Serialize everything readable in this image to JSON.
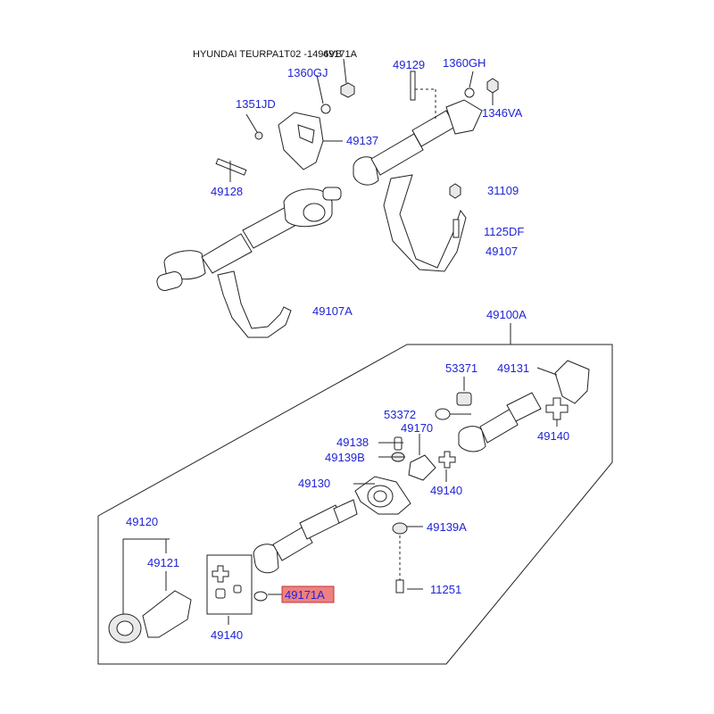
{
  "title": "HYUNDAI TEURPA1T02 -1496VB",
  "title_overlap": "49171A",
  "labels": {
    "p1360GJ": "1360GJ",
    "p49129": "49129",
    "p1360GH": "1360GH",
    "p1346VA": "1346VA",
    "p1351JD": "1351JD",
    "p49137": "49137",
    "p49128": "49128",
    "p31109": "31109",
    "p1125DF": "1125DF",
    "p49107": "49107",
    "p49107A": "49107A",
    "p49100A": "49100A",
    "p53371": "53371",
    "p49131": "49131",
    "p53372": "53372",
    "p49140a": "49140",
    "p49138": "49138",
    "p49170": "49170",
    "p49139B": "49139B",
    "p49140b": "49140",
    "p49130": "49130",
    "p49120": "49120",
    "p49139A": "49139A",
    "p49121": "49121",
    "p49171A": "49171A",
    "p11251": "11251",
    "p49140c": "49140"
  },
  "colors": {
    "label_text": "#1f24d6",
    "highlight_fill": "#f08080",
    "line": "#222222"
  }
}
